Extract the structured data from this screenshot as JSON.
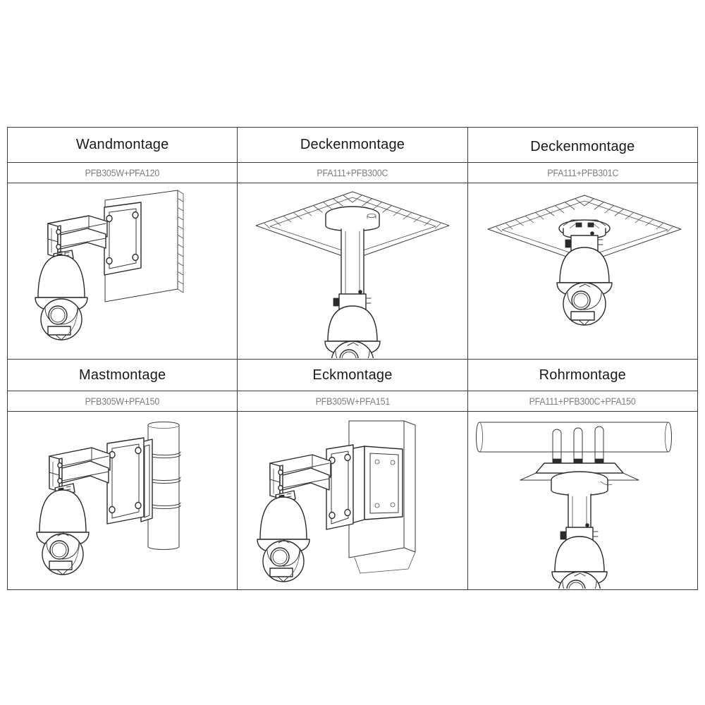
{
  "page": {
    "background_color": "#ffffff",
    "line_color": "#2b2b2b",
    "table_border_color": "#3a3a3a",
    "title_color": "#1a1a1a",
    "subtitle_color": "#7d7d7d"
  },
  "table": {
    "rows": [
      {
        "cells": [
          {
            "title": "Wandmontage",
            "subtitle": "PFB305W+PFA120",
            "figure": "wall-mount-ptz-camera",
            "figure_parts": [
              "wall-plate",
              "wall-bracket-arm",
              "ptz-dome-camera"
            ]
          },
          {
            "title": "Deckenmontage",
            "subtitle": "PFA111+PFB300C",
            "figure": "ceiling-pendant-mount-ptz-camera",
            "figure_parts": [
              "hatched-ceiling-panel",
              "ceiling-mount-plate",
              "pendant-tube",
              "ptz-dome-camera"
            ]
          },
          {
            "title": "Deckenmontage",
            "subtitle": "PFA111+PFB301C",
            "figure": "ceiling-flush-mount-ptz-camera",
            "figure_parts": [
              "hatched-ceiling-panel",
              "ceiling-mount-plate",
              "short-adapter",
              "ptz-dome-camera"
            ]
          }
        ]
      },
      {
        "cells": [
          {
            "title": "Mastmontage",
            "subtitle": "PFB305W+PFA150",
            "figure": "pole-mount-ptz-camera",
            "figure_parts": [
              "vertical-pole",
              "pole-straps",
              "pole-adapter-plate",
              "wall-bracket-arm",
              "ptz-dome-camera"
            ]
          },
          {
            "title": "Eckmontage",
            "subtitle": "PFB305W+PFA151",
            "figure": "corner-mount-ptz-camera",
            "figure_parts": [
              "corner-wall",
              "corner-adapter-plate",
              "wall-bracket-arm",
              "ptz-dome-camera"
            ]
          },
          {
            "title": "Rohrmontage",
            "subtitle": "PFA111+PFB300C+PFA150",
            "figure": "pipe-mount-ptz-camera",
            "figure_parts": [
              "horizontal-pipe",
              "u-bolt-straps",
              "pipe-adapter-plate",
              "pendant-tube",
              "ptz-dome-camera"
            ]
          }
        ]
      }
    ]
  }
}
